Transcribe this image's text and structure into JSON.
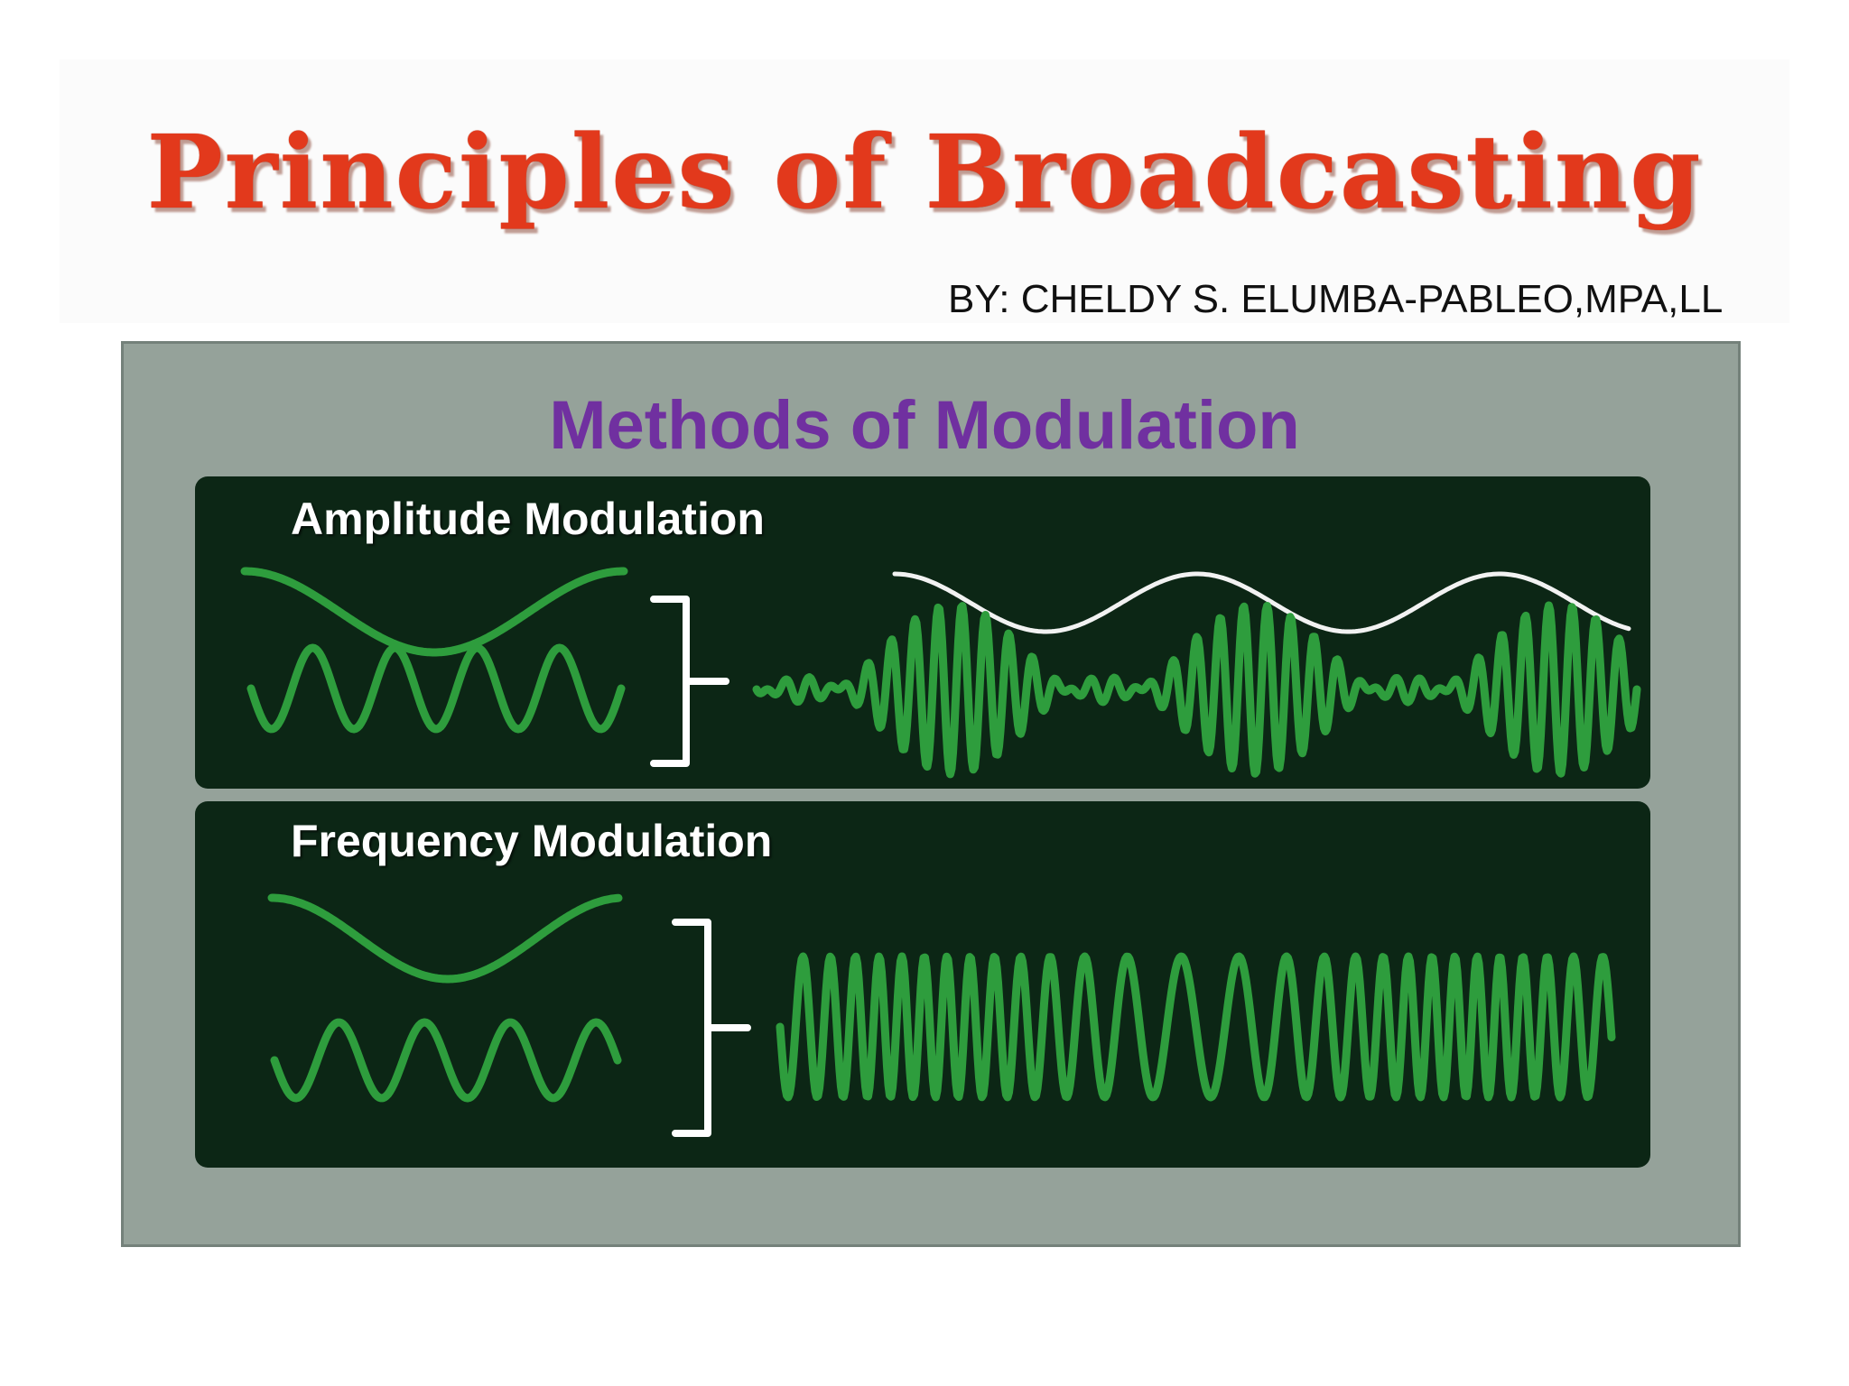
{
  "header": {
    "title": "Principles of Broadcasting",
    "byline": "BY: CHELDY S. ELUMBA-PABLEO,MPA,LL"
  },
  "slide": {
    "title": "Methods of Modulation",
    "panels": [
      {
        "label": "Amplitude Modulation"
      },
      {
        "label": "Frequency Modulation"
      }
    ]
  },
  "colors": {
    "title_red": "#e2391c",
    "panel_title_purple": "#7030a0",
    "frame_gray": "#95a29a",
    "diagram_background": "#0c2615",
    "wave_green": "#2e9d3d"
  }
}
